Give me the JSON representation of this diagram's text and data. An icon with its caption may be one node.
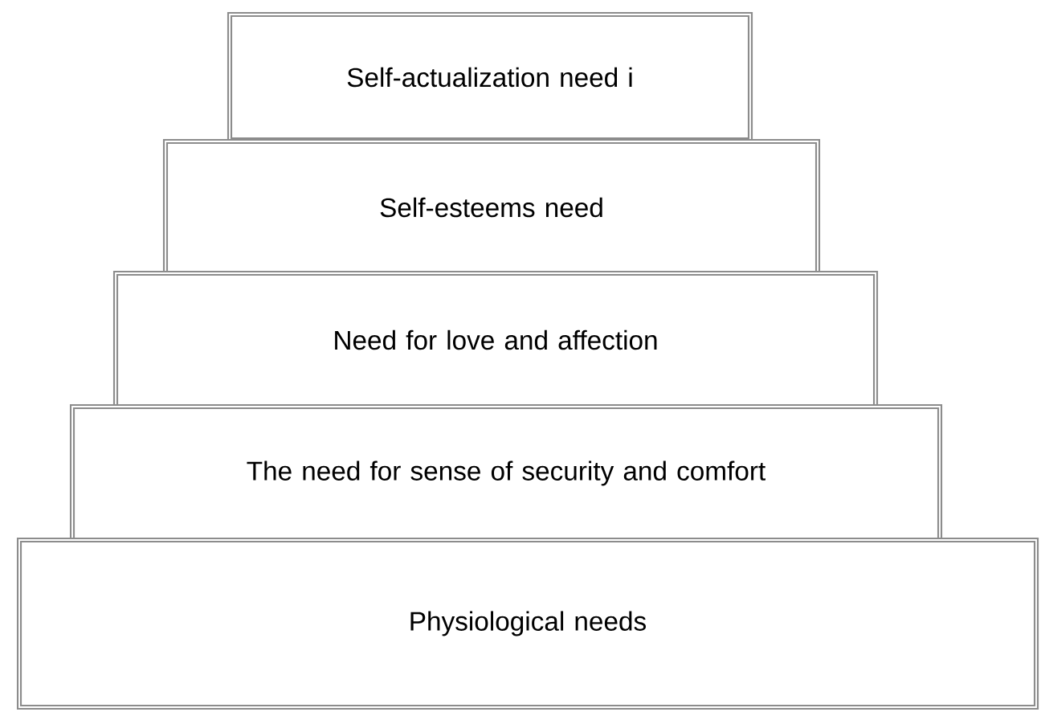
{
  "diagram": {
    "nodes": [
      {
        "text": [
          "Self-actualization need i"
        ]
      },
      {
        "text": [
          "Self-esteems need"
        ]
      },
      {
        "text": [
          "Need for love and affection"
        ]
      },
      {
        "text": [
          "The need for sense of security and comfort"
        ]
      },
      {
        "text": [
          "Physiological needs"
        ]
      }
    ]
  }
}
